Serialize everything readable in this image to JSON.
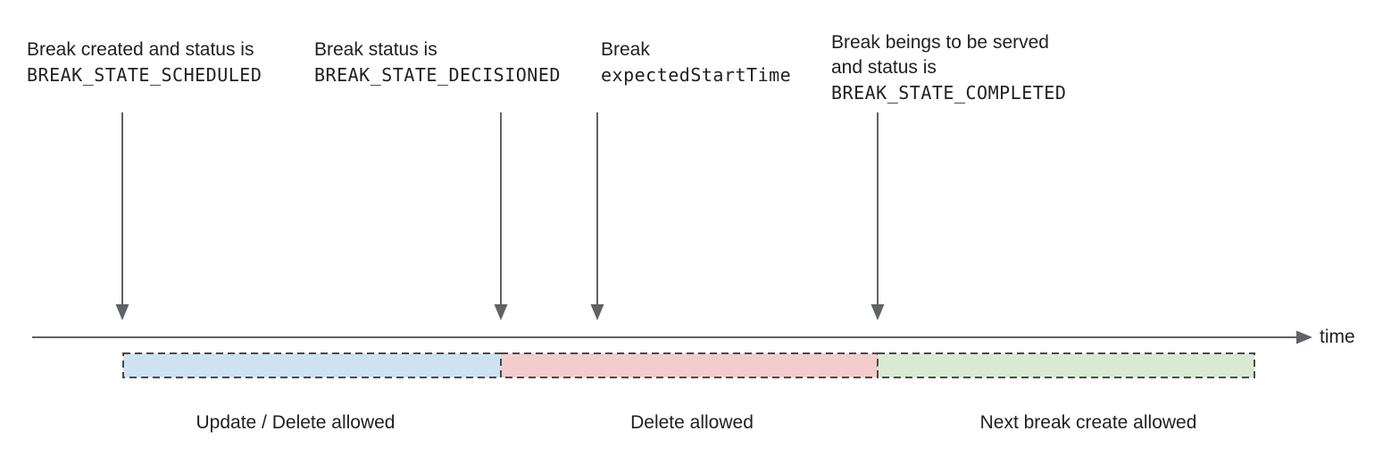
{
  "annotations": [
    {
      "line1": "Break created and status is",
      "code": "BREAK_STATE_SCHEDULED"
    },
    {
      "line1": "Break status is",
      "code": "BREAK_STATE_DECISIONED"
    },
    {
      "line1": "Break",
      "code": "expectedStartTime"
    },
    {
      "line1": "Break beings to be served",
      "line2": "and status is",
      "code": "BREAK_STATE_COMPLETED"
    }
  ],
  "timeline": {
    "axis_label": "time"
  },
  "segments": [
    {
      "label": "Update / Delete allowed",
      "color": "#cfe2f3"
    },
    {
      "label": "Delete allowed",
      "color": "#f4cccc"
    },
    {
      "label": "Next break create allowed",
      "color": "#d9ead3"
    }
  ],
  "colors": {
    "text": "#212121",
    "line": "#5f6368",
    "segment_border": "#4a4a4a",
    "background": "#ffffff"
  }
}
